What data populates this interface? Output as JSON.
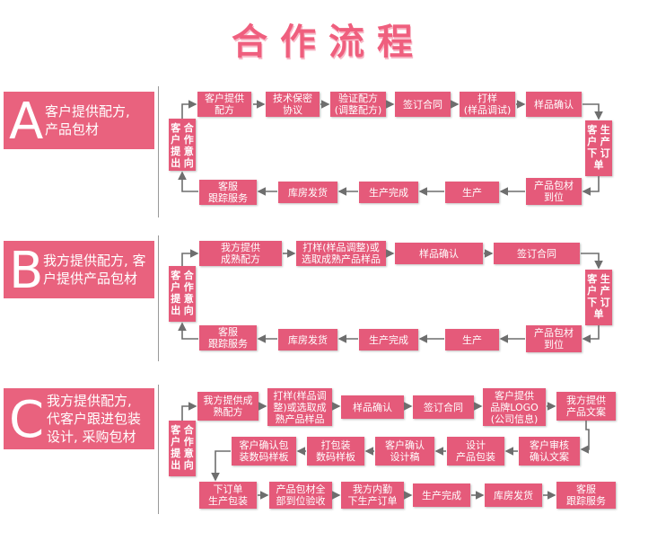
{
  "title": "合作流程",
  "colors": {
    "band": "#e9627e",
    "box": "#e55a7a",
    "arrow": "#6e6e6e",
    "title": "#ef5f7e"
  },
  "sections": [
    {
      "letter": "A",
      "desc": [
        "客户提供配方,",
        "产品包材"
      ],
      "start": [
        "客",
        "户",
        "合",
        "作",
        "提",
        "意",
        "出",
        "向"
      ],
      "top": [
        "客户提供\n配方",
        "技术保密\n协议",
        "验证配方\n(调整配方)",
        "签订合同",
        "打样\n(样品调试)",
        "样品确认"
      ],
      "right": [
        "客",
        "生",
        "户",
        "产",
        "下",
        "订",
        "单"
      ],
      "bottom": [
        "客服\n跟踪服务",
        "库房发货",
        "生产完成",
        "生产",
        "产品包材\n到位"
      ]
    },
    {
      "letter": "B",
      "desc": [
        "我方提供配方, 客",
        "户提供产品包材"
      ],
      "start": [
        "客",
        "户",
        "合",
        "作",
        "提",
        "意",
        "出",
        "向"
      ],
      "top": [
        "我方提供\n成熟配方",
        "打样(样品调整)或\n选取成熟产品样品",
        "样品确认",
        "签订合同"
      ],
      "right": [
        "客",
        "生",
        "户",
        "产",
        "下",
        "订",
        "单"
      ],
      "bottom": [
        "客服\n跟踪服务",
        "库房发货",
        "生产完成",
        "生产",
        "产品包材\n到位"
      ]
    },
    {
      "letter": "C",
      "desc": [
        "我方提供配方,",
        "代客户跟进包装",
        "设计, 采购包材"
      ],
      "start": [
        "客",
        "户",
        "合",
        "作",
        "提",
        "意",
        "出",
        "向"
      ],
      "row1": [
        "我方提供成\n熟配方",
        "打样(样品调\n整)或选取成\n熟产品样品",
        "样品确认",
        "签订合同",
        "客户提供\n品牌LOGO\n(公司信息)",
        "我方提供\n产品文案"
      ],
      "row2": [
        "客户确认包\n装数码样板",
        "打包装\n数码样板",
        "客户确认\n设计稿",
        "设计\n产品包装",
        "客户审核\n确认文案"
      ],
      "row3": [
        "下订单\n生产包装",
        "产品包材全\n部到位验收",
        "我方内勤\n下生产订单",
        "生产完成",
        "库房发货",
        "客服\n跟踪服务"
      ]
    }
  ]
}
